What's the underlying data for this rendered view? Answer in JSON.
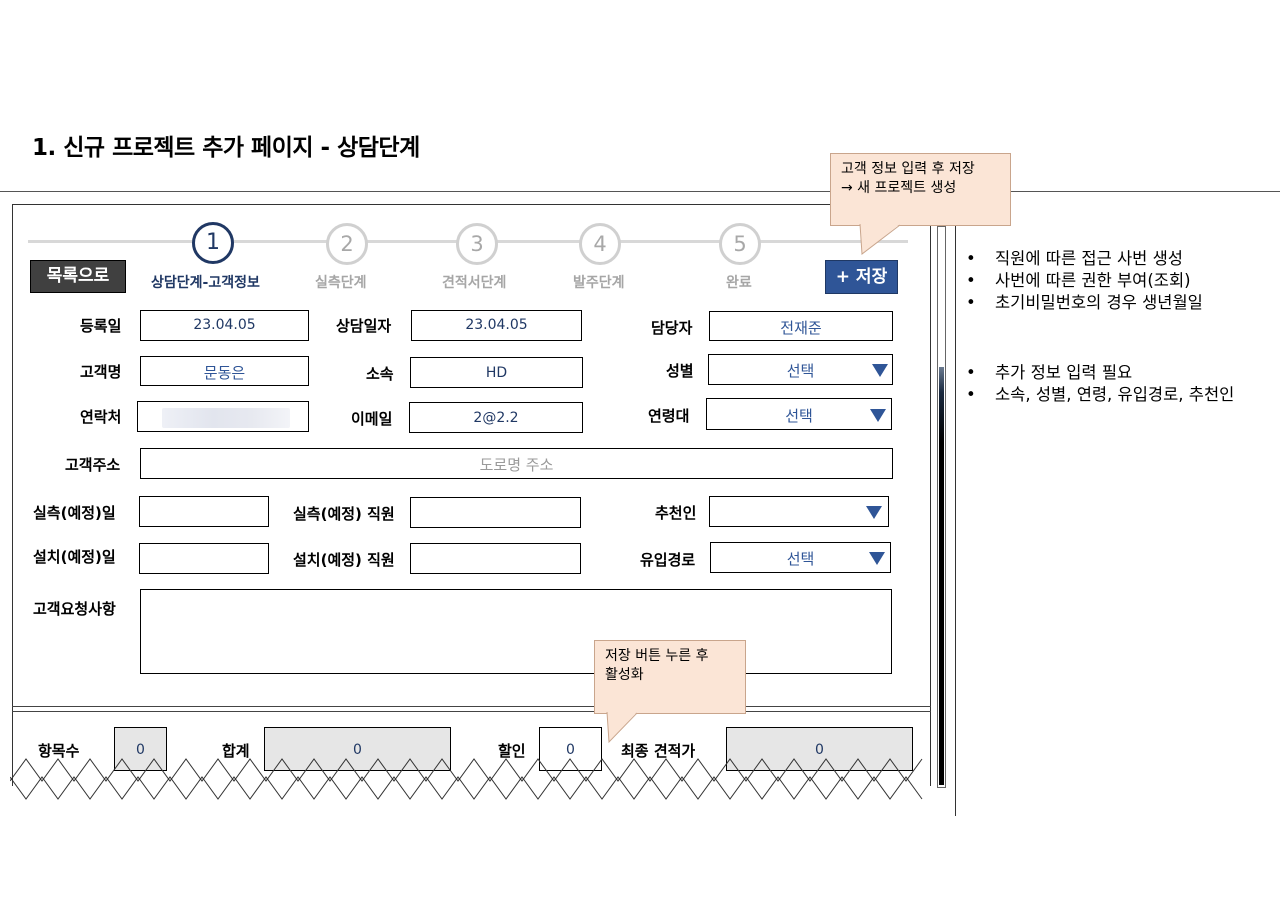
{
  "page": {
    "title": "1. 신규 프로젝트 추가 페이지 - 상담단계"
  },
  "nav": {
    "back_label": "목록으로",
    "save_label": "+ 저장"
  },
  "steps": [
    {
      "number": "1",
      "label": "상담단계-고객정보"
    },
    {
      "number": "2",
      "label": "실측단계"
    },
    {
      "number": "3",
      "label": "견적서단계"
    },
    {
      "number": "4",
      "label": "발주단계"
    },
    {
      "number": "5",
      "label": "완료"
    }
  ],
  "form": {
    "registered_date": {
      "label": "등록일",
      "value": "23.04.05"
    },
    "consult_date": {
      "label": "상담일자",
      "value": "23.04.05"
    },
    "manager": {
      "label": "담당자",
      "value": "전재준"
    },
    "customer_name": {
      "label": "고객명",
      "value": "문동은"
    },
    "affiliation": {
      "label": "소속",
      "value": "HD"
    },
    "gender": {
      "label": "성별",
      "value": "선택"
    },
    "contact": {
      "label": "연락처",
      "value": ""
    },
    "email": {
      "label": "이메일",
      "value": "2@2.2"
    },
    "age_group": {
      "label": "연령대",
      "value": "선택"
    },
    "address": {
      "label": "고객주소",
      "placeholder": "도로명 주소"
    },
    "measure_date": {
      "label": "실측(예정)일",
      "value": ""
    },
    "measure_staff": {
      "label": "실측(예정) 직원",
      "value": ""
    },
    "recommender": {
      "label": "추천인",
      "value": ""
    },
    "install_date": {
      "label": "설치(예정)일",
      "value": ""
    },
    "install_staff": {
      "label": "설치(예정) 직원",
      "value": ""
    },
    "inflow_path": {
      "label": "유입경로",
      "value": "선택"
    },
    "requests": {
      "label": "고객요청사항",
      "value": ""
    }
  },
  "summary": {
    "item_count": {
      "label": "항목수",
      "value": "0"
    },
    "total": {
      "label": "합계",
      "value": "0"
    },
    "discount": {
      "label": "할인",
      "value": "0"
    },
    "final_quote": {
      "label": "최종 견적가",
      "value": "0"
    }
  },
  "callouts": {
    "save_note": [
      "고객 정보 입력 후 저장",
      "→ 새 프로젝트 생성"
    ],
    "activate_note": [
      "저장 버튼 누른 후",
      "활성화"
    ]
  },
  "notes": {
    "group1": [
      "직원에 따른 접근 사번 생성",
      "사번에 따른 권한 부여(조회)",
      "초기비밀번호의 경우 생년월일"
    ],
    "group2": [
      "추가 정보 입력 필요",
      "소속, 성별, 연령, 유입경로, 추천인"
    ]
  },
  "colors": {
    "primary": "#203864",
    "save_button": "#2f5597",
    "back_button": "#404040",
    "callout": "#fbe5d6",
    "inactive_step": "#a6a6a6"
  }
}
